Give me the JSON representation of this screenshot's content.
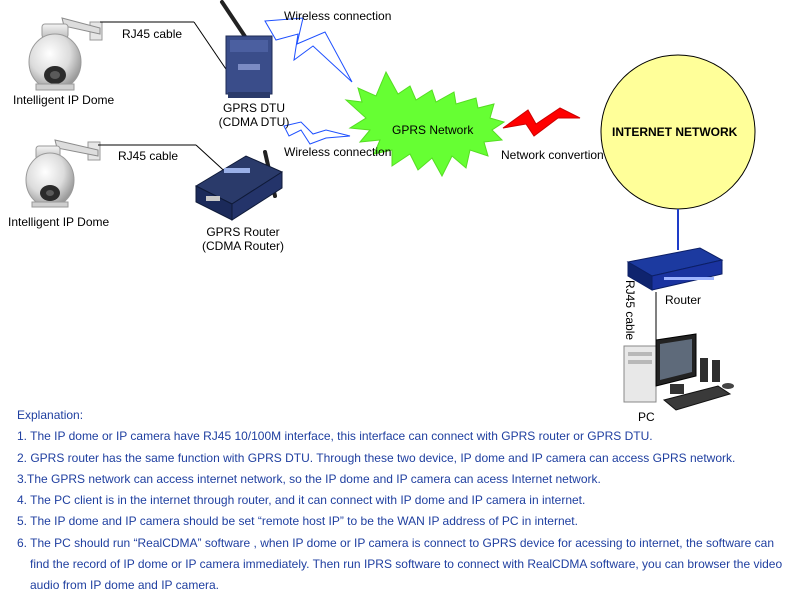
{
  "labels": {
    "rj45_top": "RJ45 cable",
    "rj45_mid": "RJ45 cable",
    "rj45_vertical": "RJ45 cable",
    "wireless_top": "Wireless connection",
    "wireless_mid": "Wireless connection",
    "dome_top": "Intelligent IP Dome",
    "dome_bottom": "Intelligent IP Dome",
    "dtu_line1": "GPRS DTU",
    "dtu_line2": "(CDMA DTU)",
    "router_line1": "GPRS Router",
    "router_line2": "(CDMA Router)",
    "gprs_network": "GPRS Network",
    "network_convertion": "Network convertion",
    "internet_network": "INTERNET NETWORK",
    "router": "Router",
    "pc": "PC"
  },
  "explanation": {
    "title": "Explanation:",
    "item1": "1. The IP dome or IP camera have RJ45 10/100M interface, this interface can connect with GPRS router or GPRS DTU.",
    "item2": "2. GPRS router has the same function with GPRS DTU. Through these two device, IP dome and IP camera can access GPRS network.",
    "item3": "3.The GPRS network can access internet network, so the IP dome and IP camera can acess Internet network.",
    "item4": "4. The PC client is in the internet through router, and it can connect with IP dome and IP camera in internet.",
    "item5": "5. The IP dome and IP camera should be set “remote host IP” to be the WAN IP address of PC in internet.",
    "item6_line1": "6. The PC should run “RealCDMA” software , when IP dome or IP camera is connect to GPRS device for acessing to internet, the software can",
    "item6_line2": "find the record of IP dome or IP camera immediately. Then run IPRS software to connect with RealCDMA software, you can browser the video",
    "item6_line3": "audio from IP dome and IP camera."
  },
  "colors": {
    "gprs_cloud": "#66ff33",
    "internet_circle": "#ffff99",
    "explanation_text": "#1f3fa0",
    "lightning_wireless": "#1e50ff",
    "lightning_convertion": "#ff0000",
    "dtu_body": "#3a4d8a",
    "router_body": "#1b2a5a"
  }
}
